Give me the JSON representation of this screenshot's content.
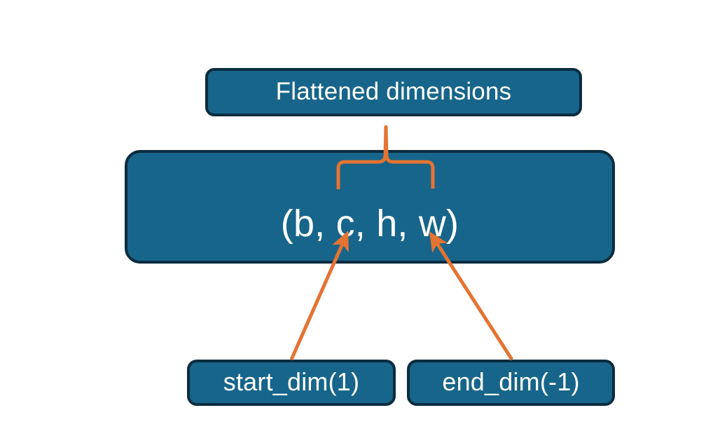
{
  "diagram": {
    "title": "torch flatten start_dim end_dim illustration",
    "background_color": "#ffffff",
    "node_fill_color": "#17658a",
    "node_border_color": "#0c2c3f",
    "node_text_color": "#ffffff",
    "connector_color": "#e57332",
    "nodes": [
      {
        "id": "flattened",
        "label": "Flattened dimensions"
      },
      {
        "id": "shape",
        "label": "(b, c, h, w)"
      },
      {
        "id": "start_dim",
        "label": "start_dim(1)"
      },
      {
        "id": "end_dim",
        "label": "end_dim(-1)"
      }
    ],
    "connectors": [
      {
        "id": "brace",
        "from": "shape-dims-c-to-w",
        "to": "flattened",
        "style": "curly-brace",
        "color": "#e57332"
      },
      {
        "id": "arrow-start-dim",
        "from": "start_dim",
        "to": "shape-dim-c",
        "style": "arrow",
        "color": "#e57332"
      },
      {
        "id": "arrow-end-dim",
        "from": "end_dim",
        "to": "shape-dim-w",
        "style": "arrow",
        "color": "#e57332"
      }
    ]
  }
}
